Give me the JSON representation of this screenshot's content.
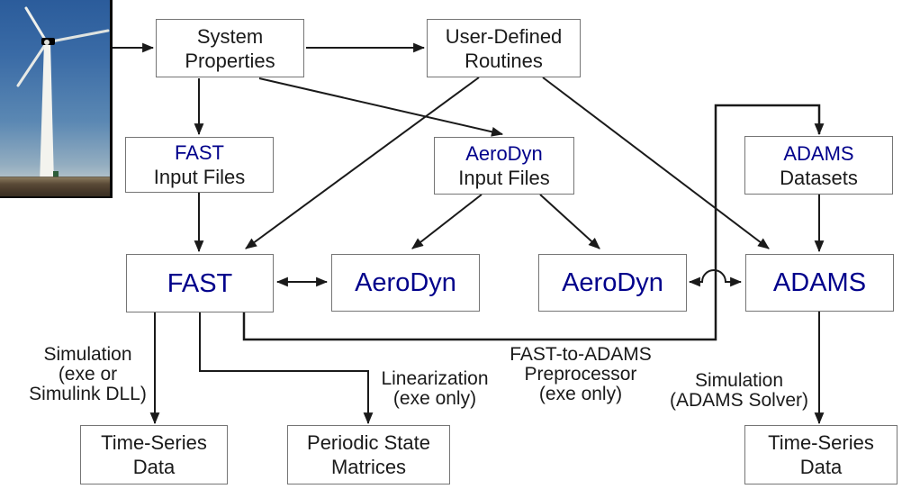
{
  "colors": {
    "navy": "#00008B",
    "line": "#1a1a1a",
    "box_border": "#757575"
  },
  "photo": {
    "description": "wind turbine field photo"
  },
  "boxes": {
    "system_properties": {
      "text": "System\nProperties"
    },
    "user_defined_routines": {
      "text": "User-Defined\nRoutines"
    },
    "fast_input_files": {
      "line1": "FAST",
      "line2": "Input Files"
    },
    "aerodyn_input_files": {
      "line1": "AeroDyn",
      "line2": "Input Files"
    },
    "adams_datasets": {
      "line1": "ADAMS",
      "line2": "Datasets"
    },
    "fast": {
      "label": "FAST"
    },
    "aerodyn_left": {
      "label": "AeroDyn"
    },
    "aerodyn_right": {
      "label": "AeroDyn"
    },
    "adams": {
      "label": "ADAMS"
    },
    "time_series_left": {
      "text": "Time-Series\nData"
    },
    "periodic_state_matrices": {
      "text": "Periodic State\nMatrices"
    },
    "time_series_right": {
      "text": "Time-Series\nData"
    }
  },
  "edge_labels": {
    "simulation_exe": {
      "text": "Simulation\n(exe or\nSimulink DLL)"
    },
    "linearization": {
      "text": "Linearization\n(exe only)"
    },
    "fast_to_adams": {
      "text": "FAST-to-ADAMS\nPreprocessor\n(exe only)"
    },
    "simulation_adams": {
      "text": "Simulation\n(ADAMS Solver)"
    }
  }
}
